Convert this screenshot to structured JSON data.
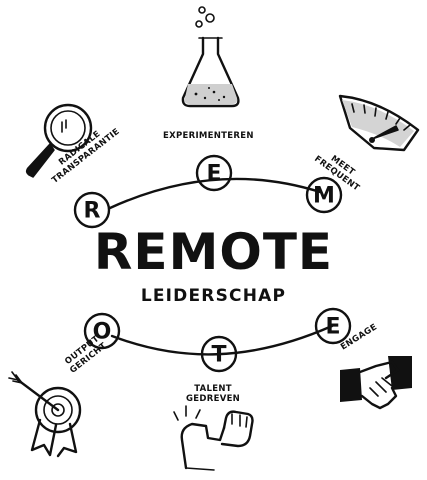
{
  "title": "REMOTE",
  "subtitle": "LEIDERSCHAP",
  "nodes": {
    "r": "R",
    "e1": "E",
    "m": "M",
    "o": "O",
    "t": "T",
    "e2": "E"
  },
  "labels": {
    "experimenteren": "EXPERIMENTEREN",
    "radicale": "RADICALE",
    "transparantie": "TRANSPARANTIE",
    "meet": "MEET",
    "frequent": "FREQUENT",
    "output": "OUTPUT",
    "gericht": "GERICHT",
    "talent": "TALENT",
    "gedreven": "GEDREVEN",
    "engage": "ENGAGE"
  },
  "icons": {
    "flask": "flask-icon",
    "magnifier": "magnifier-icon",
    "gauge": "gauge-icon",
    "target": "target-icon",
    "fist": "raised-fist-icon",
    "handshake": "handshake-icon"
  },
  "colors": {
    "ink": "#111111",
    "background": "#ffffff"
  }
}
